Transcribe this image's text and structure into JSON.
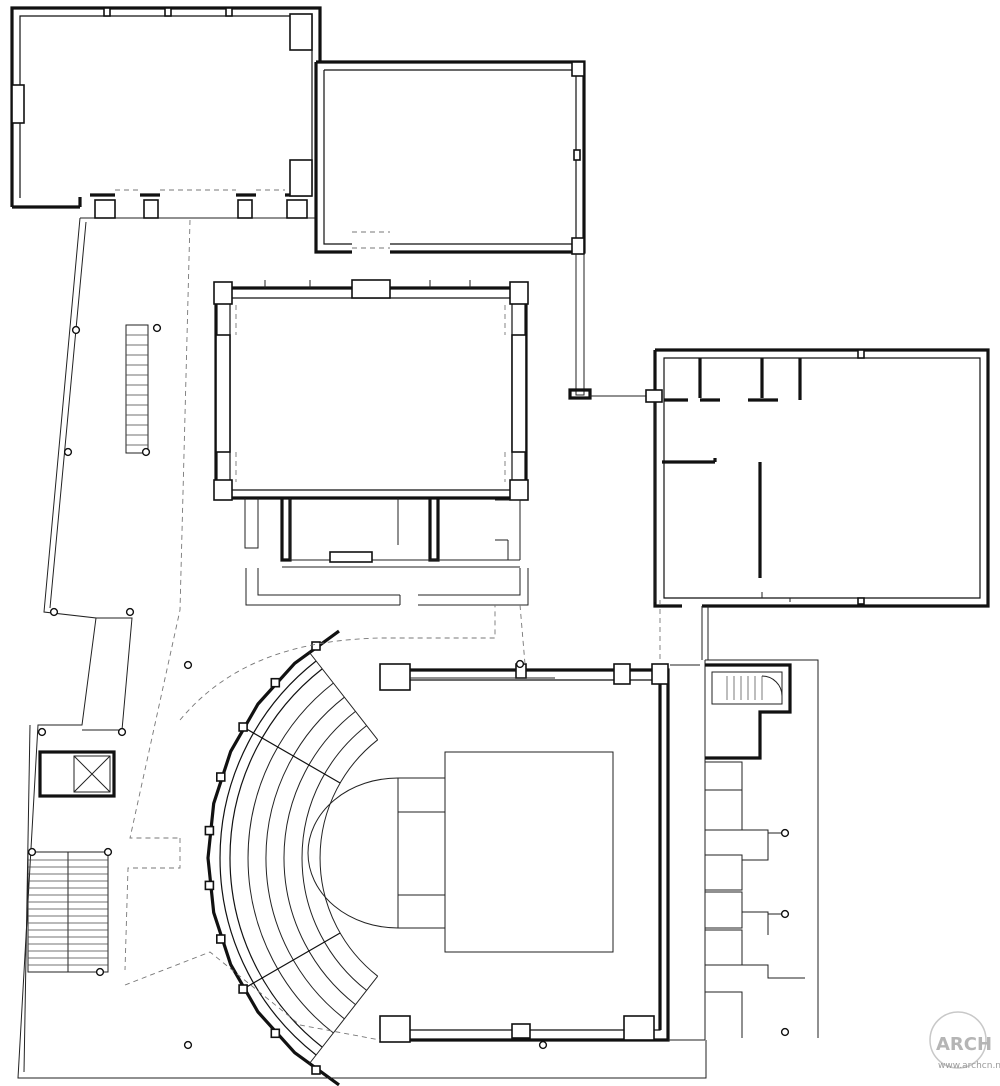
{
  "drawing": {
    "kind": "architectural-floor-plan",
    "line_color": "#111111",
    "background": "#ffffff"
  },
  "watermark": {
    "logo_text": "ARCH",
    "site_text": "www.archcn.net",
    "color": "#a0a0a0"
  }
}
